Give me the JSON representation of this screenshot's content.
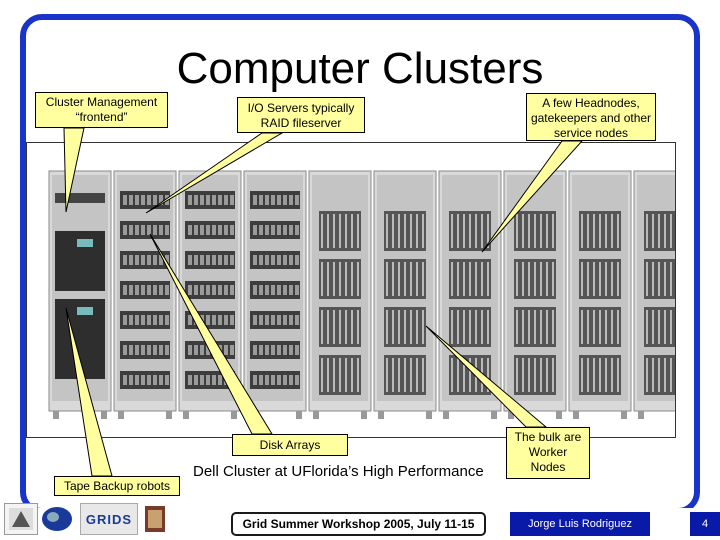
{
  "slide": {
    "title": "Computer Clusters",
    "caption": "Dell Cluster at UFlorida’s High Performance",
    "callouts": {
      "frontend": "Cluster Management “frontend”",
      "io": "I/O Servers typically RAID fileserver",
      "headnodes": "A few Headnodes, gatekeepers and other service nodes",
      "disk": "Disk Arrays",
      "workers": "The bulk are Worker Nodes",
      "tape": "Tape Backup robots"
    },
    "footer": {
      "workshop": "Grid Summer Workshop 2005, July 11-15",
      "author": "Jorge Luis Rodriguez",
      "page": "4"
    },
    "logos": {
      "grids": "GRIDS"
    }
  },
  "colors": {
    "frame": "#1a33c8",
    "callout_fill": "#ffffa0",
    "footer_band": "#0a1aa8"
  },
  "racks": [
    {
      "type": "mixed"
    },
    {
      "type": "storage"
    },
    {
      "type": "storage"
    },
    {
      "type": "storage"
    },
    {
      "type": "worker"
    },
    {
      "type": "worker"
    },
    {
      "type": "worker"
    },
    {
      "type": "worker"
    },
    {
      "type": "worker"
    },
    {
      "type": "worker"
    }
  ]
}
